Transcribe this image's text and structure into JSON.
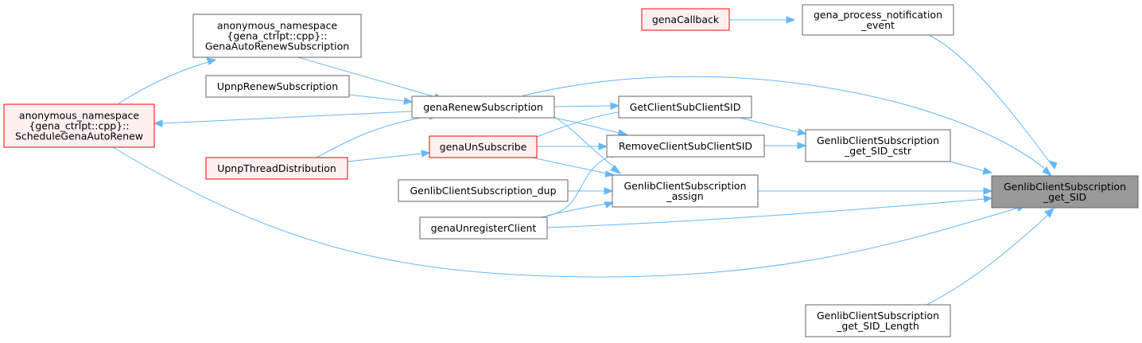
{
  "graph": {
    "nodes": {
      "get_sid": {
        "lines": [
          "GenlibClientSubscription",
          "_get_SID"
        ],
        "style": "root"
      },
      "process_notification": {
        "lines": [
          "gena_process_notification",
          "_event"
        ],
        "style": "normal"
      },
      "gena_callback": {
        "lines": [
          "genaCallback"
        ],
        "style": "red"
      },
      "get_sid_cstr": {
        "lines": [
          "GenlibClientSubscription",
          "_get_SID_cstr"
        ],
        "style": "normal"
      },
      "get_client_sub": {
        "lines": [
          "GetClientSubClientSID"
        ],
        "style": "normal"
      },
      "remove_client_sub": {
        "lines": [
          "RemoveClientSubClientSID"
        ],
        "style": "normal"
      },
      "assign": {
        "lines": [
          "GenlibClientSubscription",
          "_assign"
        ],
        "style": "normal"
      },
      "get_sid_length": {
        "lines": [
          "GenlibClientSubscription",
          "_get_SID_Length"
        ],
        "style": "normal"
      },
      "gena_renew": {
        "lines": [
          "genaRenewSubscription"
        ],
        "style": "normal"
      },
      "gena_unsubscribe": {
        "lines": [
          "genaUnSubscribe"
        ],
        "style": "red"
      },
      "gena_unregister": {
        "lines": [
          "genaUnregisterClient"
        ],
        "style": "normal"
      },
      "dup": {
        "lines": [
          "GenlibClientSubscription_dup"
        ],
        "style": "normal"
      },
      "upnp_renew": {
        "lines": [
          "UpnpRenewSubscription"
        ],
        "style": "normal"
      },
      "upnp_thread": {
        "lines": [
          "UpnpThreadDistribution"
        ],
        "style": "red"
      },
      "auto_renew": {
        "lines": [
          "anonymous_namespace",
          "{gena_ctrlpt::cpp}::",
          "GenaAutoRenewSubscription"
        ],
        "style": "normal"
      },
      "schedule": {
        "lines": [
          "anonymous_namespace",
          "{gena_ctrlpt::cpp}::",
          "ScheduleGenaAutoRenew"
        ],
        "style": "red"
      }
    },
    "edges": [
      [
        "process_notification",
        "get_sid"
      ],
      [
        "gena_callback",
        "process_notification"
      ],
      [
        "get_sid_cstr",
        "get_sid"
      ],
      [
        "get_client_sub",
        "get_sid_cstr"
      ],
      [
        "remove_client_sub",
        "get_sid_cstr"
      ],
      [
        "assign",
        "get_sid"
      ],
      [
        "get_sid_length",
        "get_sid"
      ],
      [
        "gena_renew",
        "get_sid"
      ],
      [
        "gena_renew",
        "get_client_sub"
      ],
      [
        "gena_renew",
        "remove_client_sub"
      ],
      [
        "gena_renew",
        "assign"
      ],
      [
        "gena_renew",
        "schedule"
      ],
      [
        "gena_unsubscribe",
        "get_client_sub"
      ],
      [
        "gena_unsubscribe",
        "remove_client_sub"
      ],
      [
        "gena_unsubscribe",
        "assign"
      ],
      [
        "gena_unregister",
        "get_sid"
      ],
      [
        "gena_unregister",
        "remove_client_sub"
      ],
      [
        "gena_unregister",
        "assign"
      ],
      [
        "dup",
        "assign"
      ],
      [
        "upnp_renew",
        "gena_renew"
      ],
      [
        "upnp_thread",
        "gena_renew"
      ],
      [
        "upnp_thread",
        "gena_unsubscribe"
      ],
      [
        "auto_renew",
        "gena_renew"
      ],
      [
        "schedule",
        "auto_renew"
      ],
      [
        "schedule",
        "get_sid"
      ]
    ]
  }
}
